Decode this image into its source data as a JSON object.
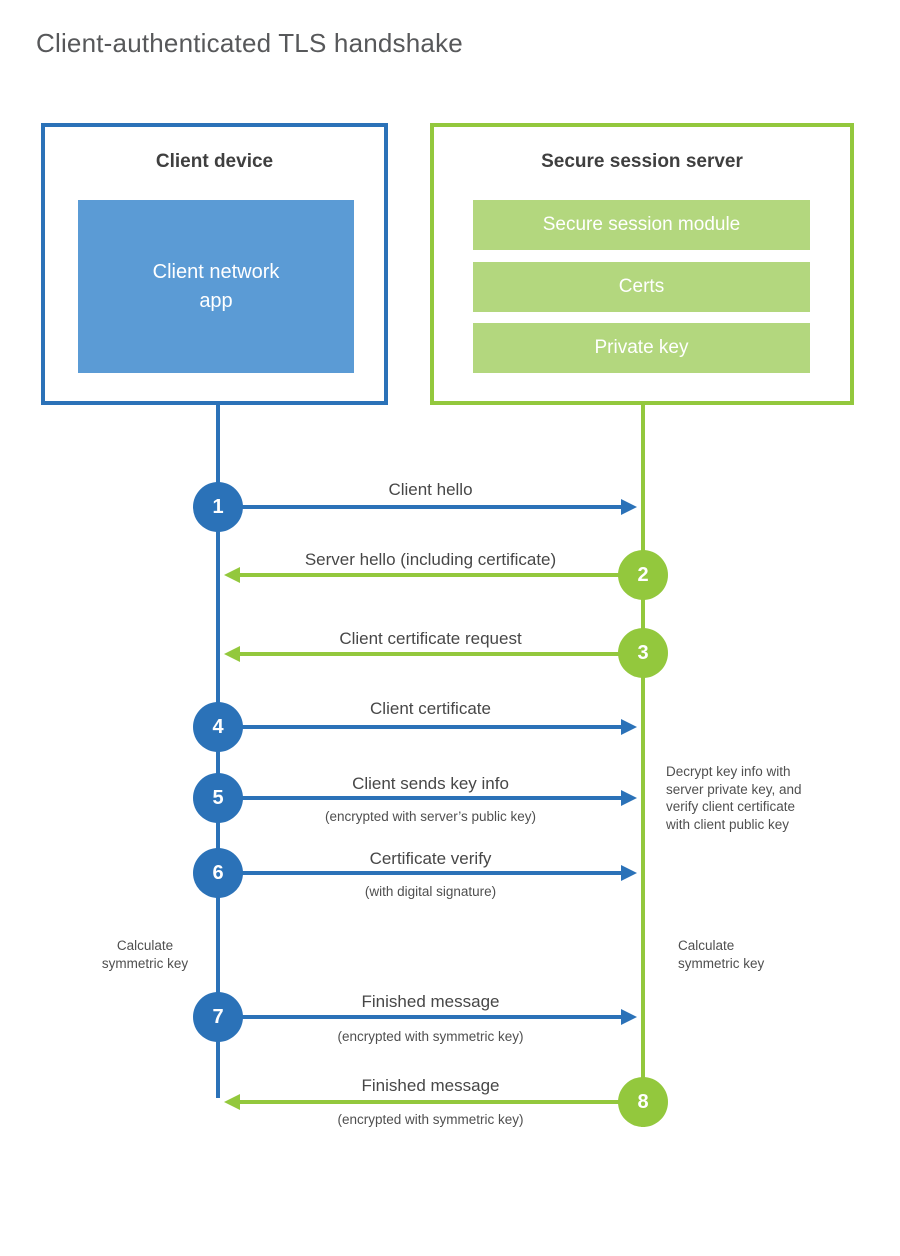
{
  "title": "Client-authenticated TLS handshake",
  "client": {
    "title": "Client device",
    "app_label": "Client network\napp"
  },
  "server": {
    "title": "Secure session server",
    "modules": [
      "Secure session module",
      "Certs",
      "Private key"
    ]
  },
  "steps": [
    {
      "number": "1",
      "label": "Client hello",
      "from": "client",
      "direction": "right"
    },
    {
      "number": "2",
      "label": "Server hello (including certificate)",
      "from": "server",
      "direction": "left"
    },
    {
      "number": "3",
      "label": "Client certificate request",
      "from": "server",
      "direction": "left"
    },
    {
      "number": "4",
      "label": "Client certificate",
      "from": "client",
      "direction": "right"
    },
    {
      "number": "5",
      "label": "Client sends key info",
      "sublabel": "(encrypted with server’s public key)",
      "from": "client",
      "direction": "right"
    },
    {
      "number": "6",
      "label": "Certificate verify",
      "sublabel": "(with digital signature)",
      "from": "client",
      "direction": "right"
    },
    {
      "number": "7",
      "label": "Finished message",
      "sublabel": "(encrypted with symmetric key)",
      "from": "client",
      "direction": "right"
    },
    {
      "number": "8",
      "label": "Finished message",
      "sublabel": "(encrypted with symmetric key)",
      "from": "server",
      "direction": "left"
    }
  ],
  "annotations": {
    "decrypt_note": "Decrypt key info with\nserver private key, and\nverify client certificate\nwith client public key",
    "client_calc": "Calculate\nsymmetric key",
    "server_calc": "Calculate\nsymmetric key"
  },
  "colors": {
    "blue": "#2b72b8",
    "light_blue": "#5b9bd5",
    "green": "#93c83d",
    "light_green": "#b3d77e",
    "title_text": "#57585a",
    "label_text": "#474747"
  }
}
